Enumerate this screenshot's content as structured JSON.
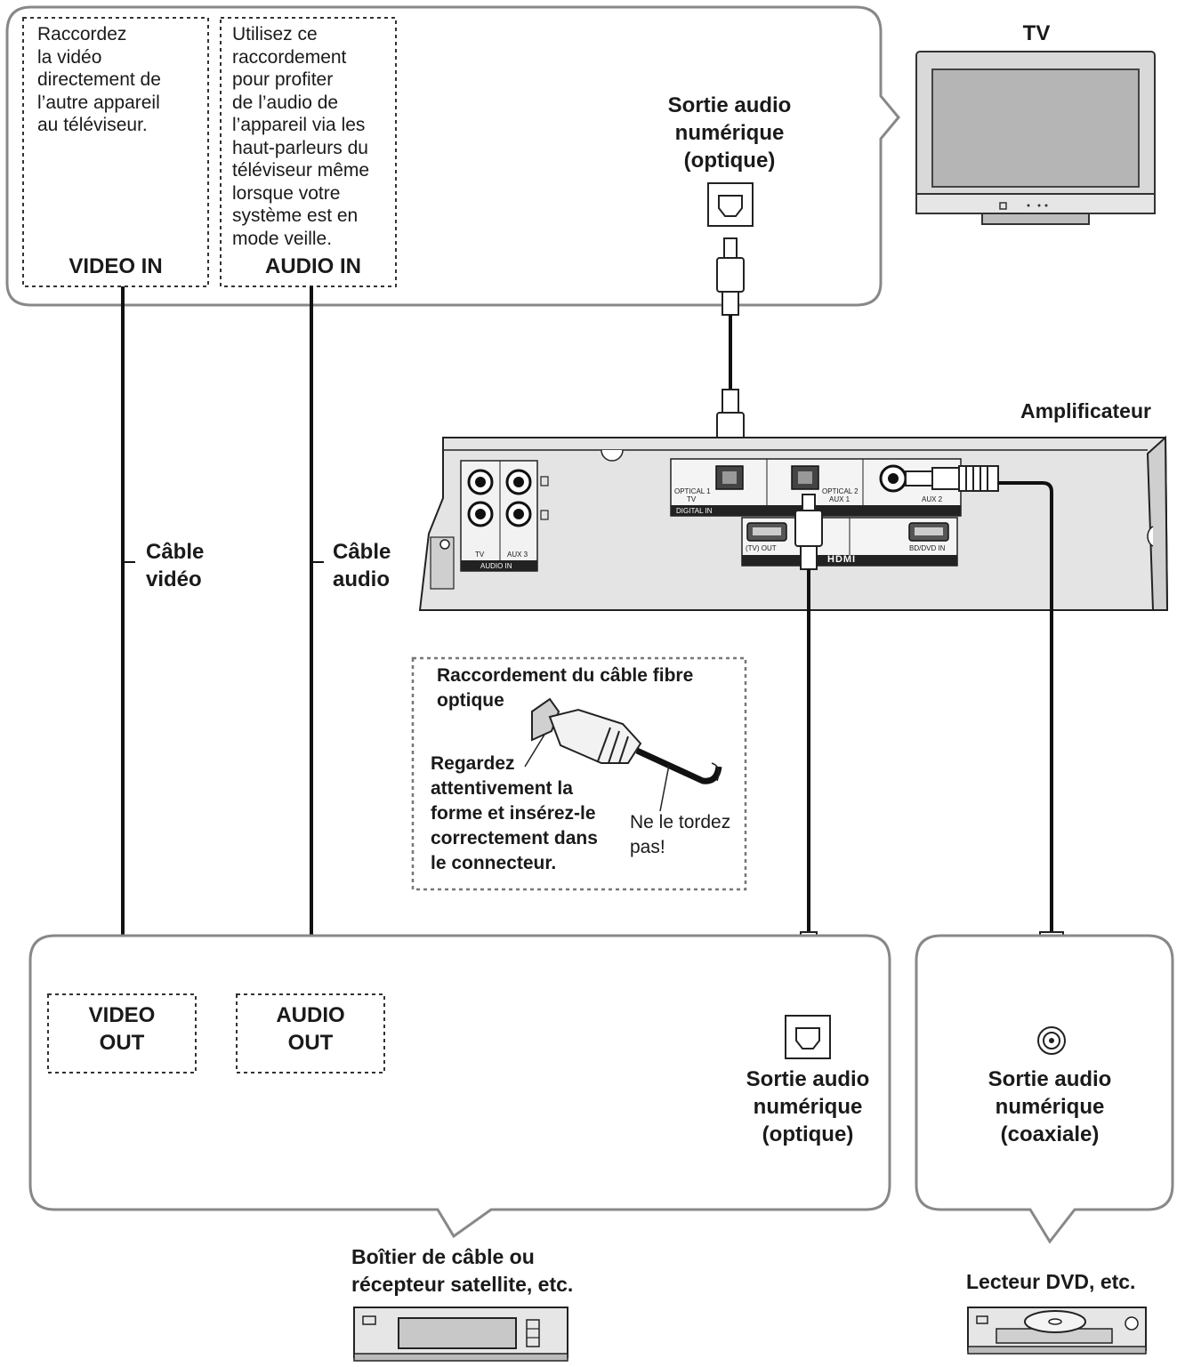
{
  "tv": {
    "title": "TV",
    "video_note": [
      "Raccordez",
      "la vidéo",
      "directement de",
      "l’autre appareil",
      "au téléviseur."
    ],
    "audio_note": [
      "Utilisez ce",
      "raccordement",
      "pour profiter",
      "de l’audio de",
      "l’appareil via les",
      "haut-parleurs du",
      "téléviseur même",
      "lorsque votre",
      "système est en",
      "mode veille."
    ],
    "video_in": "VIDEO IN",
    "audio_in": "AUDIO IN",
    "optical_out": [
      "Sortie audio",
      "numérique",
      "(optique)"
    ]
  },
  "amplifier": {
    "title": "Amplificateur",
    "panel": {
      "optical1": "OPTICAL 1",
      "tv": "TV",
      "digital_in": "DIGITAL IN",
      "optical2": "OPTICAL 2",
      "aux1": "AUX 1",
      "aux2": "AUX 2",
      "tv_out": "(TV) OUT",
      "hdmi": "HDMI",
      "bd_dvd_in": "BD/DVD IN",
      "analog_tv": "TV",
      "analog_aux3": "AUX 3",
      "audio_in": "AUDIO IN"
    }
  },
  "cables": {
    "video": [
      "Câble",
      "vidéo"
    ],
    "audio": [
      "Câble",
      "audio"
    ]
  },
  "optical_tip": {
    "title": [
      "Raccordement du câble fibre",
      "optique"
    ],
    "instruction": [
      "Regardez",
      "attentivement la",
      "forme et insérez-le",
      "correctement dans",
      "le connecteur."
    ],
    "warning": [
      "Ne le tordez",
      "pas!"
    ]
  },
  "cable_box": {
    "video_out": [
      "VIDEO",
      "OUT"
    ],
    "audio_out": [
      "AUDIO",
      "OUT"
    ],
    "optical_out": [
      "Sortie audio",
      "numérique",
      "(optique)"
    ],
    "title": [
      "Boîtier de câble ou",
      "récepteur satellite, etc."
    ]
  },
  "dvd": {
    "coaxial_out": [
      "Sortie audio",
      "numérique",
      "(coaxiale)"
    ],
    "title": "Lecteur DVD, etc."
  }
}
